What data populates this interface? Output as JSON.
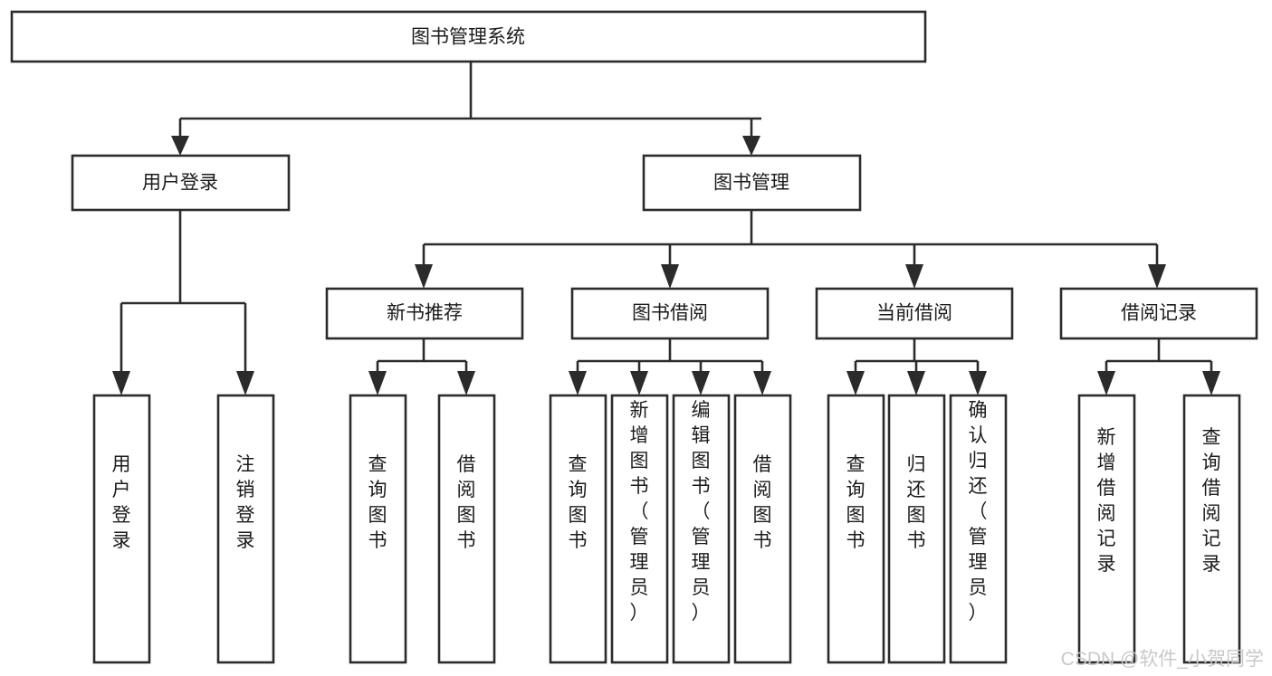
{
  "diagram": {
    "title": "图书管理系统",
    "type": "tree-hierarchy",
    "root": {
      "id": "root",
      "label": "图书管理系统"
    },
    "level1": [
      {
        "id": "user-login",
        "label": "用户登录"
      },
      {
        "id": "book-management",
        "label": "图书管理"
      }
    ],
    "level2": [
      {
        "id": "new-book-recommend",
        "label": "新书推荐",
        "parent": "book-management"
      },
      {
        "id": "book-borrow",
        "label": "图书借阅",
        "parent": "book-management"
      },
      {
        "id": "current-borrow",
        "label": "当前借阅",
        "parent": "book-management"
      },
      {
        "id": "borrow-record",
        "label": "借阅记录",
        "parent": "book-management"
      }
    ],
    "leaves": {
      "user-login": [
        {
          "id": "leaf-user-login",
          "label": "用户登录"
        },
        {
          "id": "leaf-logout-login",
          "label": "注销登录"
        }
      ],
      "new-book-recommend": [
        {
          "id": "leaf-query-book-1",
          "label": "查询图书"
        },
        {
          "id": "leaf-borrow-book-1",
          "label": "借阅图书"
        }
      ],
      "book-borrow": [
        {
          "id": "leaf-query-book-2",
          "label": "查询图书"
        },
        {
          "id": "leaf-add-book",
          "label": "新增图书（管理员）"
        },
        {
          "id": "leaf-edit-book",
          "label": "编辑图书（管理员）"
        },
        {
          "id": "leaf-borrow-book-2",
          "label": "借阅图书"
        }
      ],
      "current-borrow": [
        {
          "id": "leaf-query-book-3",
          "label": "查询图书"
        },
        {
          "id": "leaf-return-book",
          "label": "归还图书"
        },
        {
          "id": "leaf-confirm-return",
          "label": "确认归还（管理员）"
        }
      ],
      "borrow-record": [
        {
          "id": "leaf-add-record",
          "label": "新增借阅记录"
        },
        {
          "id": "leaf-query-record",
          "label": "查询借阅记录"
        }
      ]
    },
    "colors": {
      "stroke": "#2b2b2b",
      "fill": "#ffffff",
      "text": "#1b1b1b",
      "watermark": "#c9c9c9",
      "background": "#ffffff"
    }
  },
  "watermark": {
    "text": "CSDN @软件_小贺同学"
  }
}
